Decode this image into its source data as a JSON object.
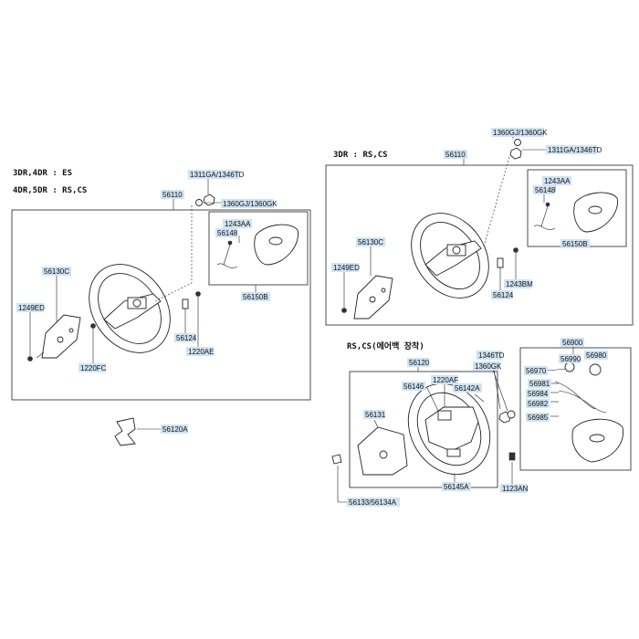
{
  "headers": {
    "left_1": "3DR,4DR  :  ES",
    "left_2": "4DR,5DR  :  RS,CS",
    "right_1": "3DR  :  RS,CS",
    "right_2": "RS,CS(에어백 장착)"
  },
  "labels": {
    "L_1311GA": "1311GA/1346TD",
    "L_1360GJ": "1360GJ/1360GK",
    "L_56110": "56110",
    "L_1243AA": "1243AA",
    "L_56148": "56148",
    "L_56150B": "56150B",
    "L_56130C": "56130C",
    "L_1249ED": "1249ED",
    "L_56124": "56124",
    "L_1220AE": "1220AE",
    "L_1220FC": "1220FC",
    "L_56120A": "56120A",
    "R_1360GJ": "1360GJ/1360GK",
    "R_1311GA": "1311GA/1346TD",
    "R_56110": "56110",
    "R_1243AA": "1243AA",
    "R_56148": "56148",
    "R_56150B": "56150B",
    "R_56130C": "56130C",
    "R_1249ED": "1249ED",
    "R_1243BM": "1243BM",
    "R_56124": "56124",
    "A_56120": "56120",
    "A_1346TD": "1346TD",
    "A_1360GK": "1360GK",
    "A_1220AF": "1220AF",
    "A_56146": "56146",
    "A_56142A": "56142A",
    "A_56131": "56131",
    "A_56145A": "56145A",
    "A_56133": "56133/56134A",
    "A_1123AN": "1123AN",
    "A_56900": "56900",
    "A_56990": "56990",
    "A_56980": "56980",
    "A_56970": "56970",
    "A_56981": "56981",
    "A_56984": "56984",
    "A_56982": "56982",
    "A_56985": "56985"
  }
}
